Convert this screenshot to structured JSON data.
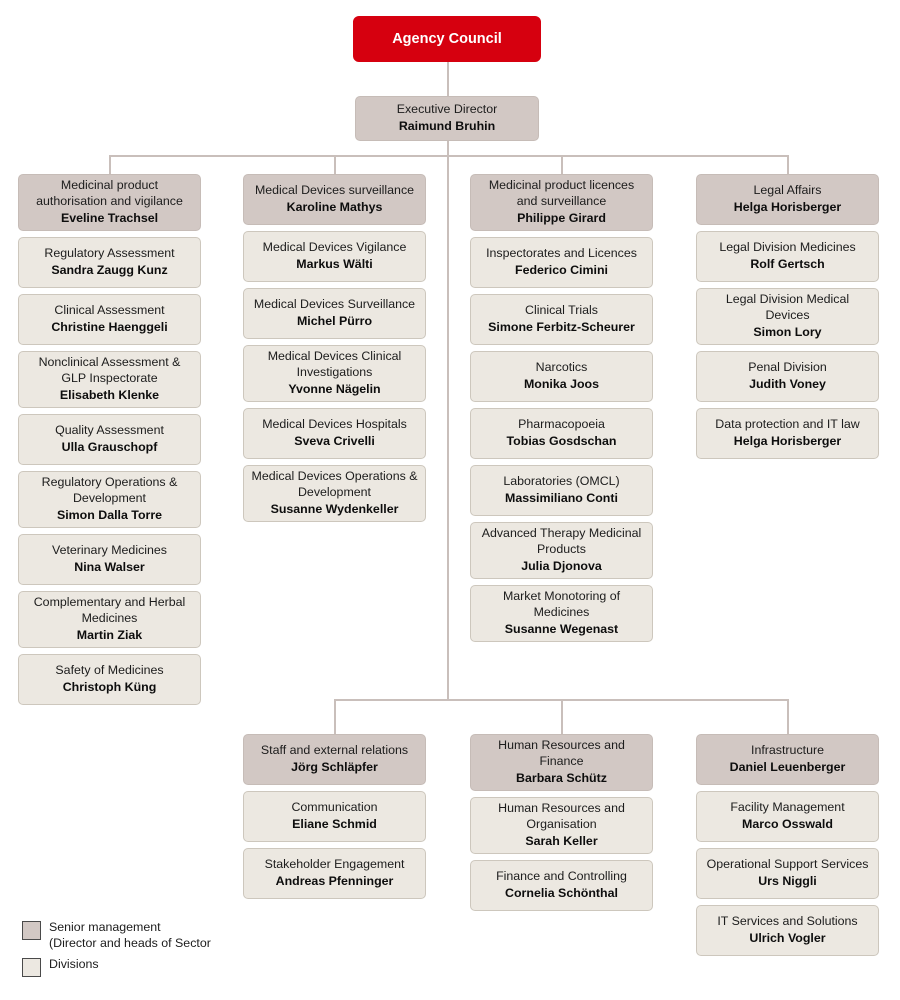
{
  "colors": {
    "council_red": "#d6000f",
    "senior_management": "#d2c8c4",
    "division": "#ece8e1",
    "connector": "#c9bfbb",
    "text": "#1c1c1c"
  },
  "root": {
    "unit": "Agency Council",
    "person": ""
  },
  "executive": {
    "unit": "Executive Director",
    "person": "Raimund Bruhin"
  },
  "columns": [
    {
      "id": "medicinal-product-authorisation-and-vigilance",
      "head": {
        "unit": "Medicinal product\nauthorisation and vigilance",
        "person": "Eveline Trachsel"
      },
      "divisions": [
        {
          "unit": "Regulatory Assessment",
          "person": "Sandra Zaugg Kunz"
        },
        {
          "unit": "Clinical Assessment",
          "person": "Christine Haenggeli"
        },
        {
          "unit": "Nonclinical Assessment &\nGLP Inspectorate",
          "person": "Elisabeth Klenke"
        },
        {
          "unit": "Quality Assessment",
          "person": "Ulla Grauschopf"
        },
        {
          "unit": "Regulatory Operations &\nDevelopment",
          "person": "Simon Dalla Torre"
        },
        {
          "unit": "Veterinary Medicines",
          "person": "Nina Walser"
        },
        {
          "unit": "Complementary and Herbal\nMedicines",
          "person": "Martin Ziak"
        },
        {
          "unit": "Safety of Medicines",
          "person": "Christoph Küng"
        }
      ]
    },
    {
      "id": "medical-devices-surveillance",
      "head": {
        "unit": "Medical Devices surveillance",
        "person": "Karoline Mathys"
      },
      "divisions": [
        {
          "unit": "Medical Devices Vigilance",
          "person": "Markus Wälti"
        },
        {
          "unit": "Medical Devices Surveillance",
          "person": "Michel Pürro"
        },
        {
          "unit": "Medical Devices Clinical\nInvestigations",
          "person": "Yvonne Nägelin"
        },
        {
          "unit": "Medical Devices Hospitals",
          "person": "Sveva Crivelli"
        },
        {
          "unit": "Medical Devices Operations &\nDevelopment",
          "person": "Susanne Wydenkeller"
        }
      ]
    },
    {
      "id": "medicinal-product-licences-and-surveillance",
      "head": {
        "unit": "Medicinal product licences\nand surveillance",
        "person": "Philippe Girard"
      },
      "divisions": [
        {
          "unit": "Inspectorates and Licences",
          "person": "Federico Cimini"
        },
        {
          "unit": "Clinical Trials",
          "person": "Simone Ferbitz-Scheurer"
        },
        {
          "unit": "Narcotics",
          "person": "Monika Joos"
        },
        {
          "unit": "Pharmacopoeia",
          "person": "Tobias Gosdschan"
        },
        {
          "unit": "Laboratories (OMCL)",
          "person": "Massimiliano Conti"
        },
        {
          "unit": "Advanced Therapy Medicinal\nProducts",
          "person": "Julia Djonova"
        },
        {
          "unit": "Market Monotoring of\nMedicines",
          "person": "Susanne Wegenast"
        }
      ]
    },
    {
      "id": "legal-affairs",
      "head": {
        "unit": "Legal Affairs",
        "person": "Helga Horisberger"
      },
      "divisions": [
        {
          "unit": "Legal Division Medicines",
          "person": "Rolf Gertsch"
        },
        {
          "unit": "Legal Division Medical\nDevices",
          "person": "Simon Lory"
        },
        {
          "unit": "Penal Division",
          "person": "Judith Voney"
        },
        {
          "unit": "Data protection and IT law",
          "person": "Helga Horisberger"
        }
      ]
    }
  ],
  "lower_columns": [
    {
      "id": "staff-and-external-relations",
      "head": {
        "unit": "Staff and external relations",
        "person": "Jörg Schläpfer"
      },
      "divisions": [
        {
          "unit": "Communication",
          "person": "Eliane Schmid"
        },
        {
          "unit": "Stakeholder Engagement",
          "person": "Andreas Pfenninger"
        }
      ]
    },
    {
      "id": "human-resources-and-finance",
      "head": {
        "unit": "Human Resources and\nFinance",
        "person": "Barbara Schütz"
      },
      "divisions": [
        {
          "unit": "Human Resources and\nOrganisation",
          "person": "Sarah Keller"
        },
        {
          "unit": "Finance and Controlling",
          "person": "Cornelia Schönthal"
        }
      ]
    },
    {
      "id": "infrastructure",
      "head": {
        "unit": "Infrastructure",
        "person": "Daniel Leuenberger"
      },
      "divisions": [
        {
          "unit": "Facility Management",
          "person": "Marco Osswald"
        },
        {
          "unit": "Operational Support Services",
          "person": "Urs Niggli"
        },
        {
          "unit": "IT Services and Solutions",
          "person": "Ulrich Vogler"
        }
      ]
    }
  ],
  "legend": [
    {
      "swatch": "senior",
      "label": "Senior management\n(Director and heads of Sector"
    },
    {
      "swatch": "division",
      "label": "Divisions"
    }
  ]
}
